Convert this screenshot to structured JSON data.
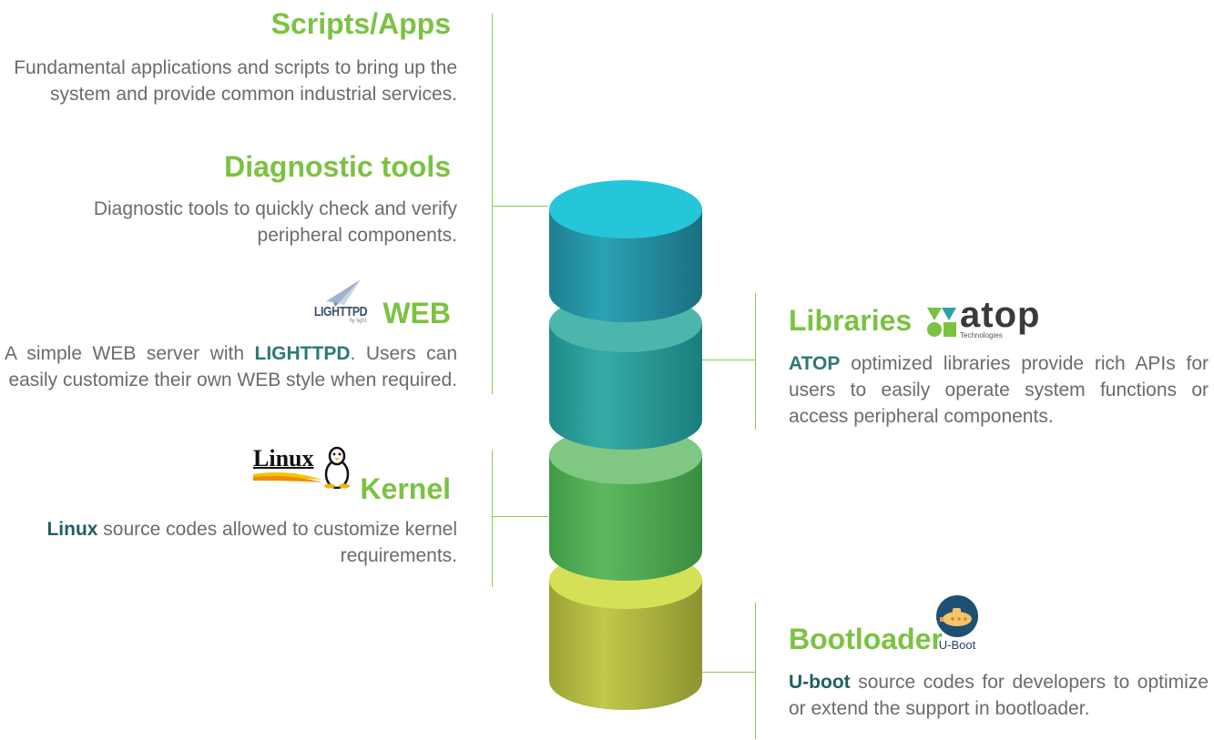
{
  "colors": {
    "title_green": "#7cc242",
    "body_text": "#6b6b6b",
    "highlight": "#2a7a73",
    "connector": "#8cc84b",
    "layer_scripts": "#26c6da",
    "layer_libraries": "#4db6ac",
    "layer_kernel": "#81c784",
    "layer_bootloader": "#d4e157"
  },
  "left": {
    "scripts": {
      "title": "Scripts/Apps",
      "desc": "Fundamental applications and scripts to bring up the system and provide common industrial services."
    },
    "diagnostic": {
      "title": "Diagnostic tools",
      "desc": "Diagnostic tools to quickly check and verify peripheral components."
    },
    "web": {
      "title": "WEB",
      "logo_main": "LIGHTTPD",
      "logo_sub": "fly light.",
      "desc_before": "A simple WEB server with ",
      "desc_highlight": "LIGHTTPD",
      "desc_after": ". Users can easily customize their own WEB style when required."
    },
    "kernel": {
      "title": "Kernel",
      "logo_text": "Linux",
      "desc_highlight": "Linux",
      "desc_after": " source codes allowed to customize kernel requirements."
    }
  },
  "right": {
    "libraries": {
      "title": "Libraries",
      "logo_text": "atop",
      "logo_sub": "Technologies",
      "desc_highlight": "ATOP",
      "desc_after": " optimized libraries provide rich APIs for users to easily operate system functions or access peripheral components."
    },
    "bootloader": {
      "title": "Bootloader",
      "logo_caption": "U-Boot",
      "desc_highlight": "U-boot",
      "desc_after": " source codes for developers to optimize or extend the support in bootloader."
    }
  }
}
